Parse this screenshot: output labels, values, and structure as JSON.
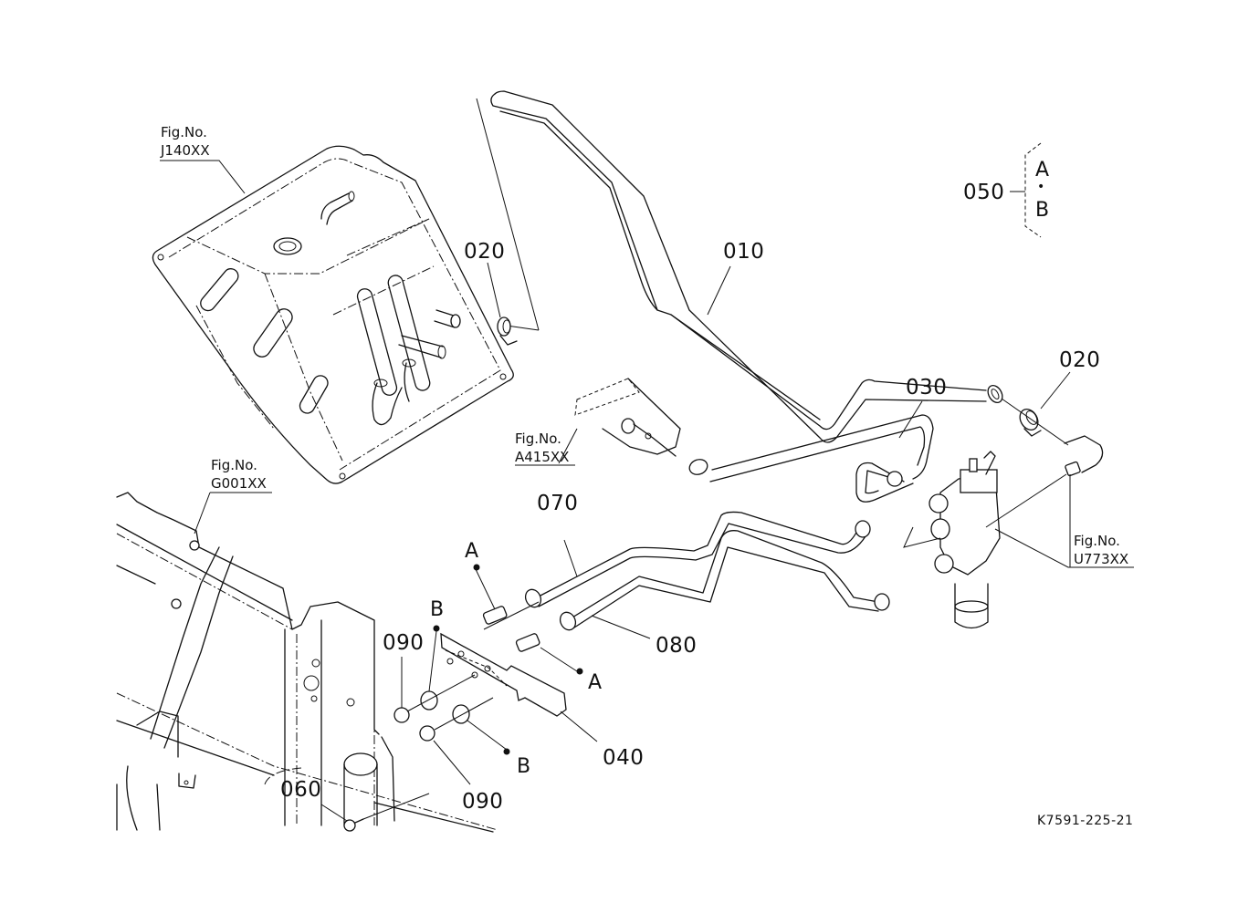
{
  "diagram": {
    "drawing_code": "K7591-225-21",
    "part_callouts": [
      {
        "id": "p010",
        "label": "010"
      },
      {
        "id": "p020a",
        "label": "020"
      },
      {
        "id": "p020b",
        "label": "020"
      },
      {
        "id": "p030",
        "label": "030"
      },
      {
        "id": "p040",
        "label": "040"
      },
      {
        "id": "p050",
        "label": "050"
      },
      {
        "id": "p060",
        "label": "060"
      },
      {
        "id": "p070",
        "label": "070"
      },
      {
        "id": "p080",
        "label": "080"
      },
      {
        "id": "p090a",
        "label": "090"
      },
      {
        "id": "p090b",
        "label": "090"
      }
    ],
    "figure_refs": [
      {
        "id": "j140",
        "prefix": "Fig.No.",
        "ref": "J140XX"
      },
      {
        "id": "g001",
        "prefix": "Fig.No.",
        "ref": "G001XX"
      },
      {
        "id": "a415",
        "prefix": "Fig.No.",
        "ref": "A415XX"
      },
      {
        "id": "u773",
        "prefix": "Fig.No.",
        "ref": "U773XX"
      }
    ],
    "connection_markers": [
      {
        "id": "a-top",
        "label": "A"
      },
      {
        "id": "a-bottom",
        "label": "A"
      },
      {
        "id": "b-top",
        "label": "B"
      },
      {
        "id": "b-bottom",
        "label": "B"
      }
    ],
    "kit_050": {
      "label": "050",
      "contents": [
        "A",
        "•",
        "B"
      ]
    }
  }
}
